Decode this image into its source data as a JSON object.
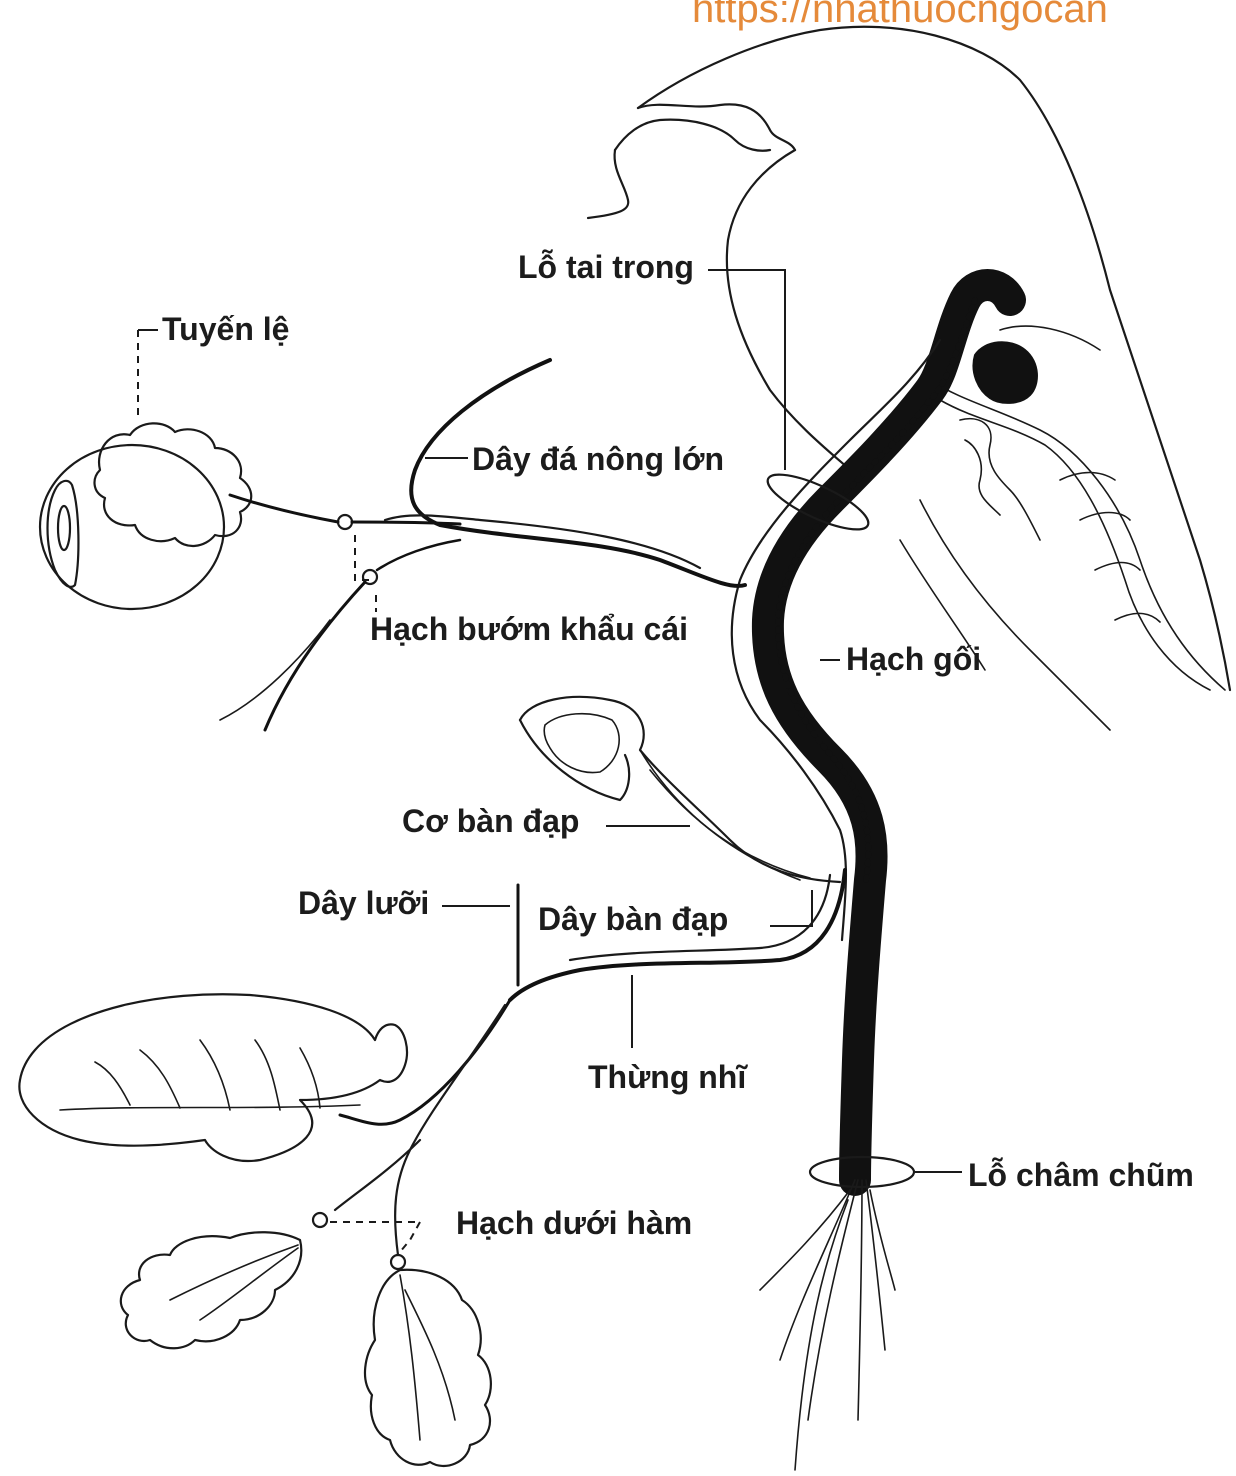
{
  "watermark": "https://nhathuocngocan",
  "labels": {
    "lo_tai_trong": "Lỗ tai trong",
    "tuyen_le": "Tuyến lệ",
    "day_da_nong_lon": "Dây đá nông lớn",
    "hach_buom_khau_cai": "Hạch bướm khẩu cái",
    "hach_goi": "Hạch gối",
    "co_ban_dap": "Cơ bàn đạp",
    "day_luoi": "Dây lưỡi",
    "day_ban_dap": "Dây bàn đạp",
    "thung_nhi": "Thừng nhĩ",
    "lo_cham_chum": "Lỗ châm chũm",
    "hach_duoi_ham": "Hạch dưới hàm"
  }
}
